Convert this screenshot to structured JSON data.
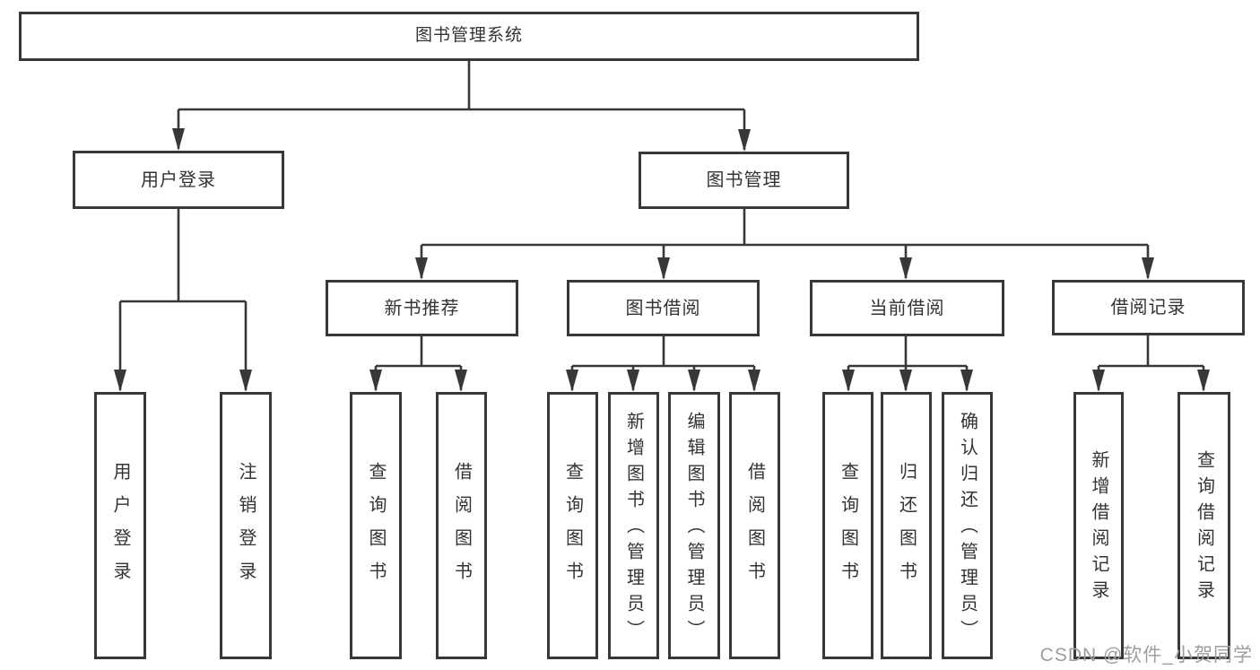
{
  "nodes": {
    "root": "图书管理系统",
    "user_login": "用户登录",
    "book_manage": "图书管理",
    "new_book": "新书推荐",
    "book_borrow": "图书借阅",
    "current_borrow": "当前借阅",
    "borrow_record": "借阅记录",
    "leaf_user_login": "用户登录",
    "leaf_logout": "注销登录",
    "leaf_nb_query": "查询图书",
    "leaf_nb_borrow": "借阅图书",
    "leaf_bb_query": "查询图书",
    "leaf_bb_add": "新增图书（管理员）",
    "leaf_bb_edit": "编辑图书（管理员）",
    "leaf_bb_borrow": "借阅图书",
    "leaf_cb_query": "查询图书",
    "leaf_cb_return": "归还图书",
    "leaf_cb_confirm": "确认归还（管理员）",
    "leaf_br_add": "新增借阅记录",
    "leaf_br_query": "查询借阅记录"
  },
  "watermark": "CSDN @软件_小贺同学",
  "colors": {
    "line": "#383838",
    "box_border": "#383838",
    "text": "#333333",
    "watermark": "#9e9e9e",
    "background": "#ffffff"
  }
}
